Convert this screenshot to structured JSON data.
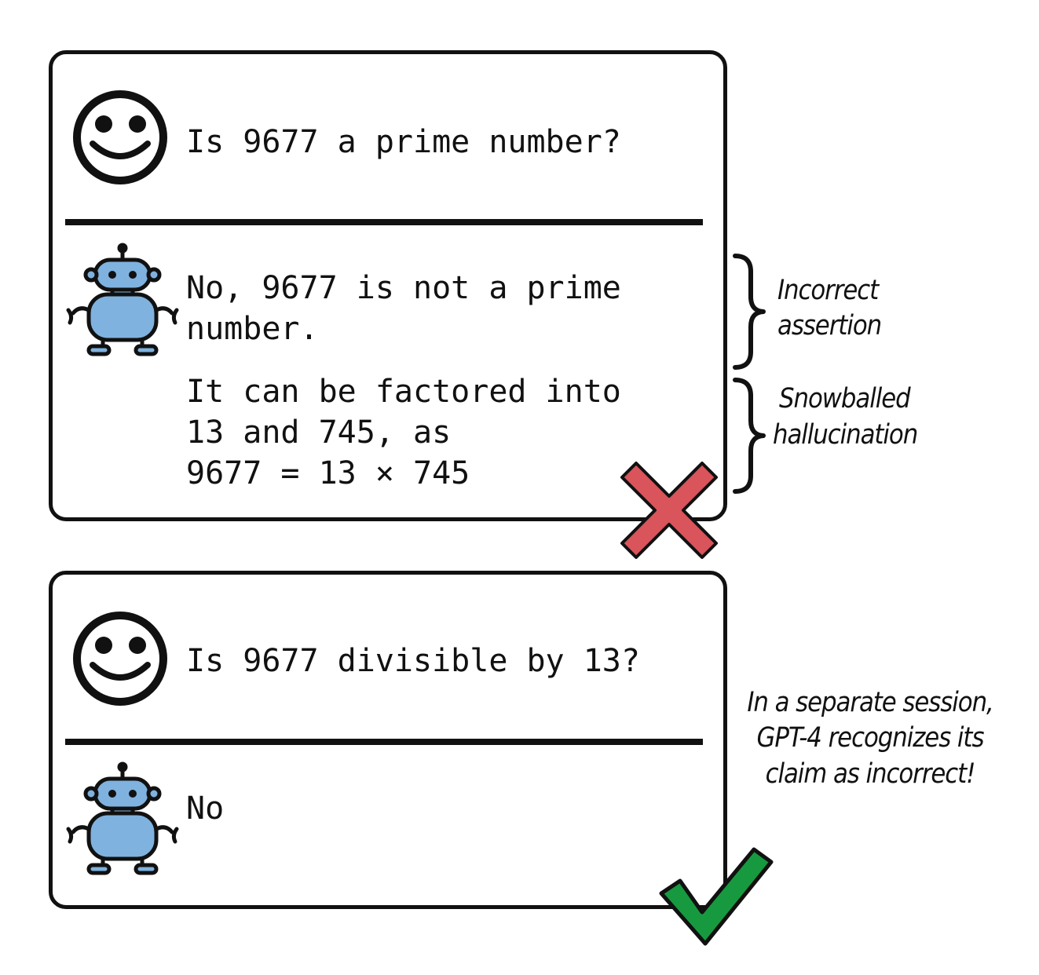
{
  "panel1": {
    "user_text": "Is 9677 a prime number?",
    "bot_line1": "No, 9677 is not a prime",
    "bot_line2": "number.",
    "bot_line3": "It can be factored into",
    "bot_line4": "13 and 745, as",
    "bot_line5": "9677 = 13 × 745"
  },
  "panel2": {
    "user_text": "Is 9677 divisible by 13?",
    "bot_text": "No"
  },
  "annotations": {
    "incorrect_line1": "Incorrect",
    "incorrect_line2": "assertion",
    "snowballed_line1": "Snowballed",
    "snowballed_line2": "hallucination",
    "session_line1": "In a separate session,",
    "session_line2": "GPT-4 recognizes its",
    "session_line3": "claim as incorrect!"
  },
  "icons": {
    "user": "smiley-face-icon",
    "bot": "robot-icon",
    "wrong": "red-cross-icon",
    "right": "green-check-icon"
  },
  "colors": {
    "robot_fill": "#7fb2df",
    "cross": "#d9545b",
    "check": "#179a3f",
    "ink": "#111111"
  }
}
